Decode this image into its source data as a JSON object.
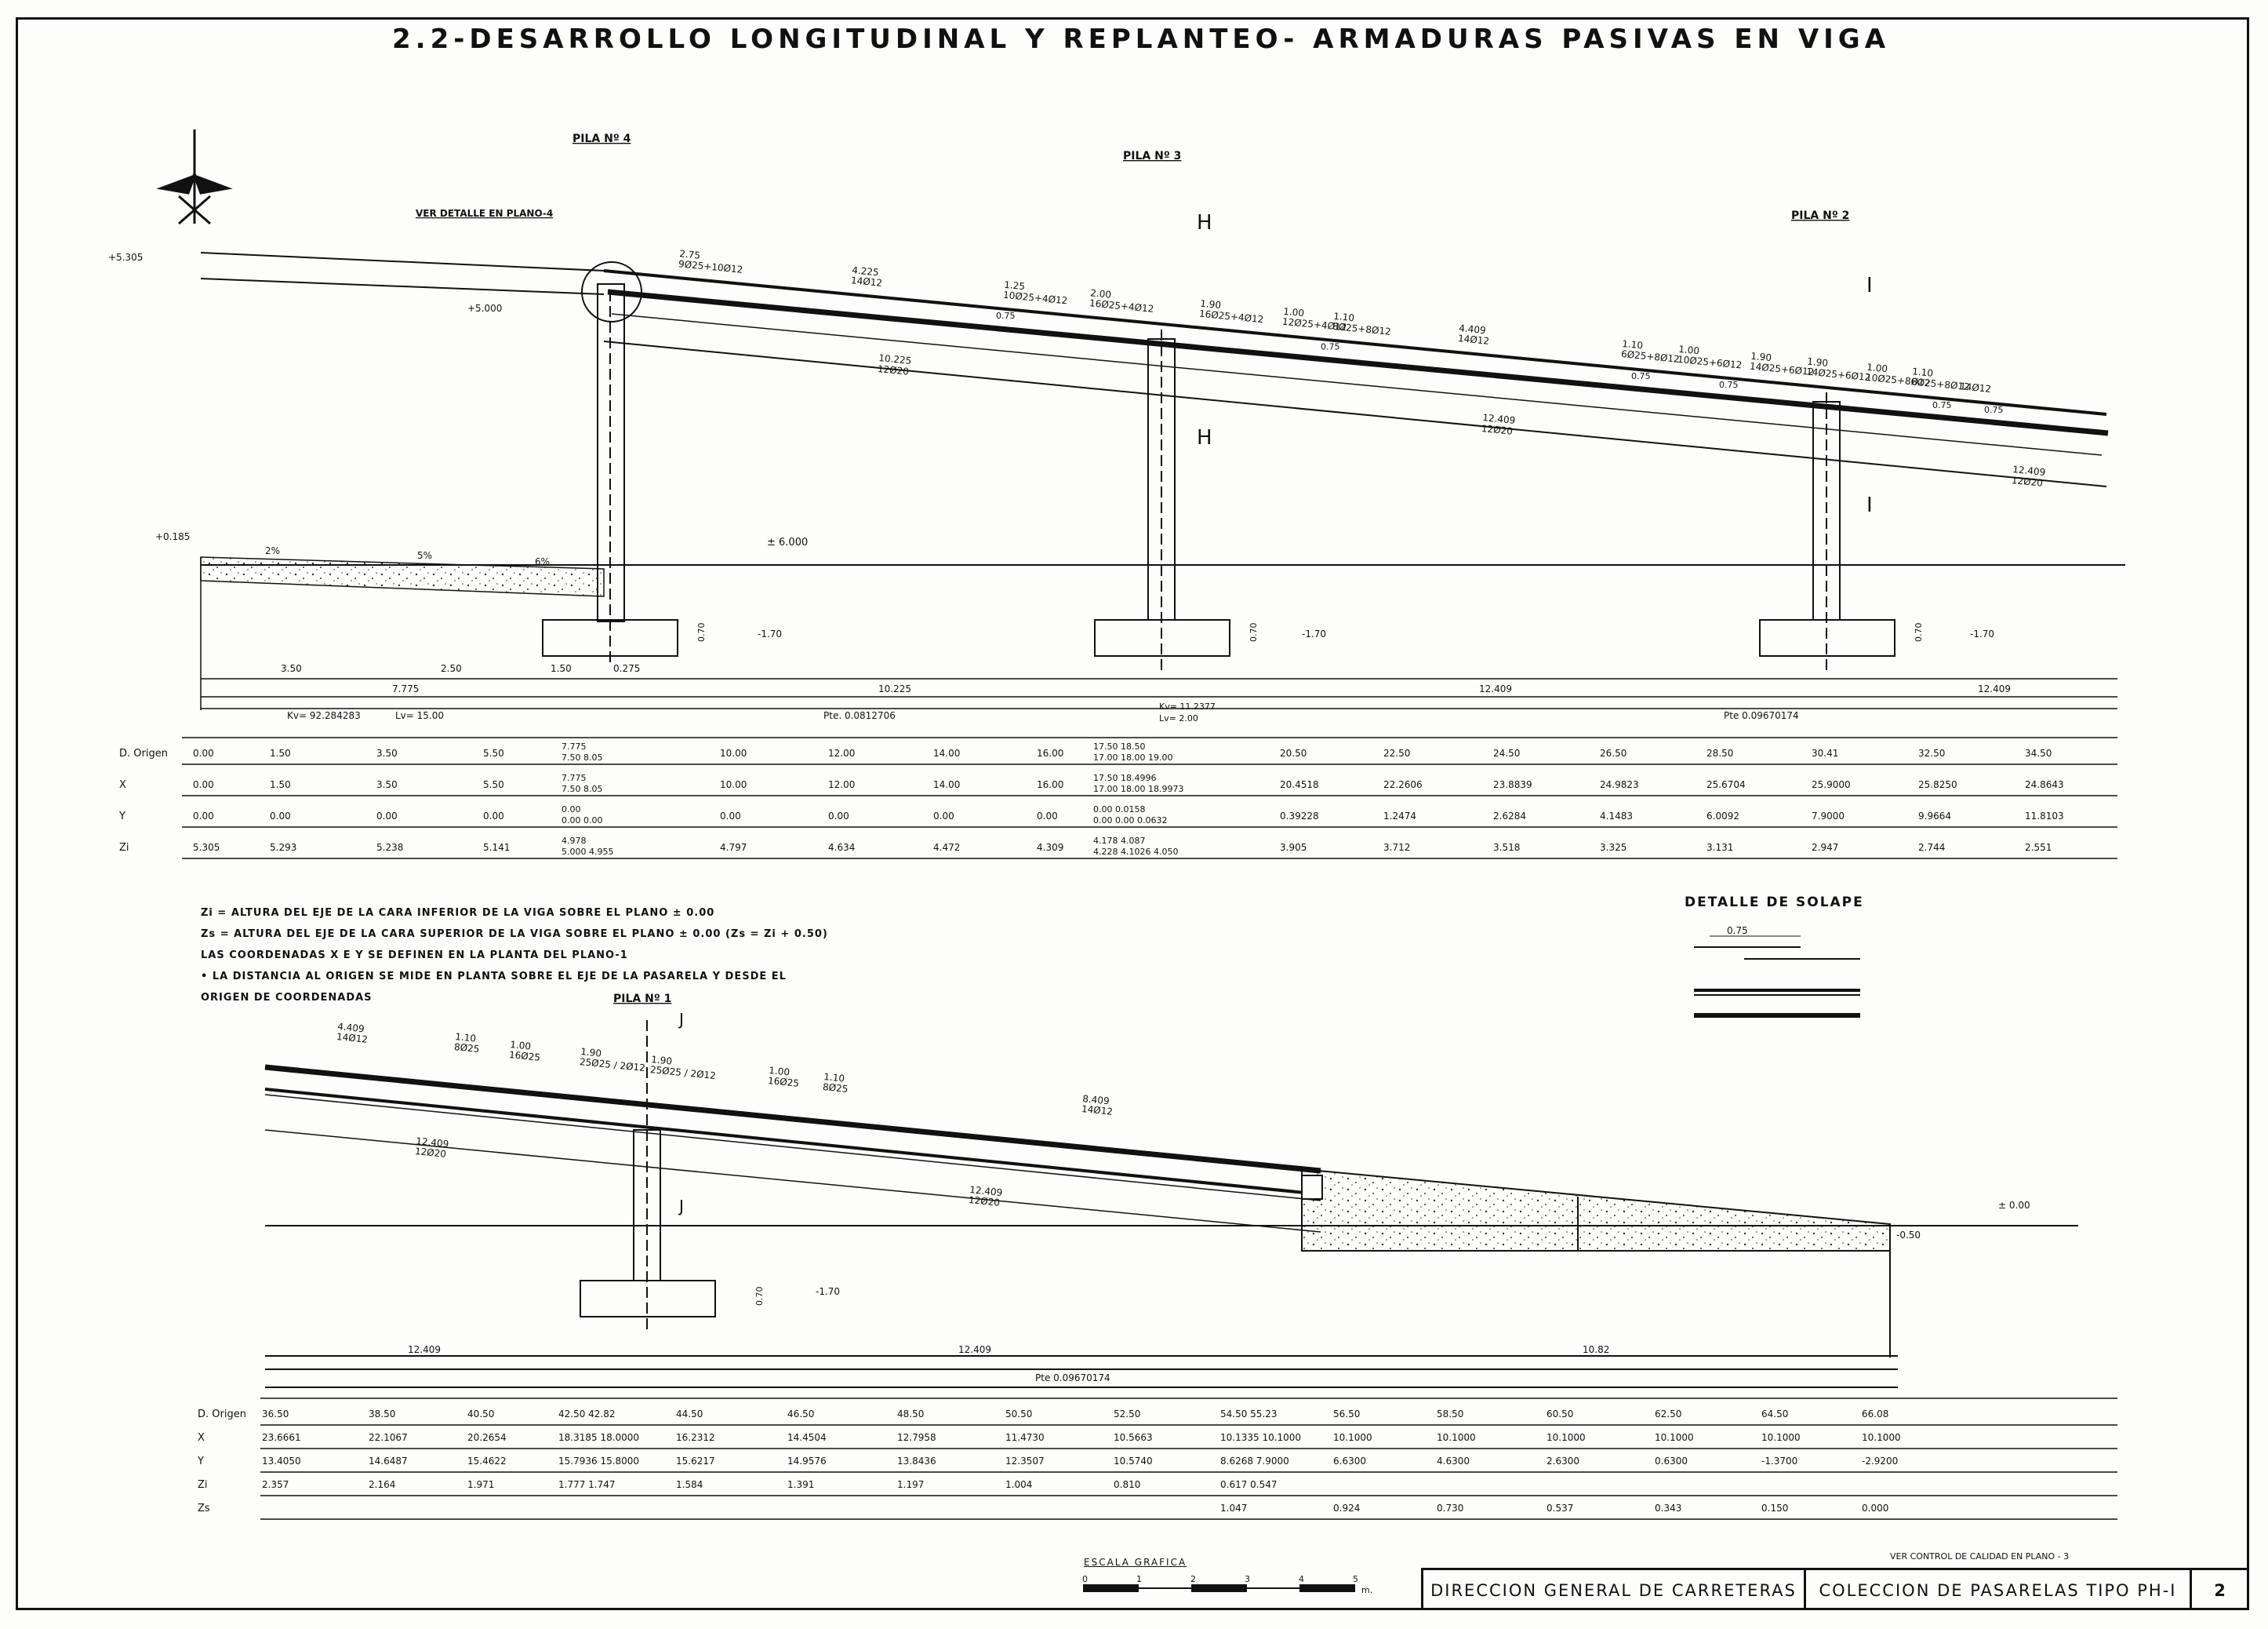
{
  "title": "2.2-DESARROLLO LONGITUDINAL Y REPLANTEO- ARMADURAS PASIVAS EN VIGA",
  "piers": {
    "p4": "PILA Nº 4",
    "p3": "PILA Nº 3",
    "p2": "PILA Nº 2",
    "p1": "PILA Nº 1"
  },
  "top_labels": {
    "detail_ref": "VER DETALLE EN PLANO-4",
    "lvl_5305": "+5.305",
    "lvl_5000": "+5.000",
    "lvl_0185": "+0.185",
    "lvl_6000": "± 6.000",
    "slope_2": "2%",
    "slope_5": "5%",
    "slope_6": "6%",
    "sec_H": "H",
    "sec_I": "I",
    "dim_070": "0.70",
    "lvl_170": "-1.70",
    "kv": "Kv= 92.284283",
    "lv": "Lv= 15.00",
    "pte1": "Pte. 0.0812706",
    "kv2": "Kv= 11.2377",
    "lv2": "Lv= 2.00",
    "pte2": "Pte 0.09670174"
  },
  "rebar_top": [
    {
      "len": "2.75",
      "spec": "9Ø25+10Ø12"
    },
    {
      "len": "4.225",
      "spec": "14Ø12"
    },
    {
      "len": "1.25",
      "spec": "10Ø25+4Ø12"
    },
    {
      "len": "2.00",
      "spec": "16Ø25+4Ø12"
    },
    {
      "len": "1.90",
      "spec": "16Ø25+4Ø12"
    },
    {
      "len": "1.00",
      "spec": "12Ø25+4Ø12"
    },
    {
      "len": "1.10",
      "spec": "8Ø25+8Ø12"
    },
    {
      "len": "4.409",
      "spec": "14Ø12"
    },
    {
      "len": "1.10",
      "spec": "6Ø25+8Ø12"
    },
    {
      "len": "1.00",
      "spec": "10Ø25+6Ø12"
    },
    {
      "len": "1.90",
      "spec": "14Ø25+6Ø12"
    },
    {
      "len": "1.90",
      "spec": "14Ø25+6Ø12"
    },
    {
      "len": "1.00",
      "spec": "10Ø25+8Ø12"
    },
    {
      "len": "1.10",
      "spec": "6Ø25+8Ø12"
    },
    {
      "len": "",
      "spec": "14Ø12"
    }
  ],
  "laps": {
    "l075": "0.75"
  },
  "rebar_bottom_top": [
    {
      "len": "10.225",
      "spec": "12Ø20"
    },
    {
      "len": "12.409",
      "spec": "12Ø20"
    },
    {
      "len": "12.409",
      "spec": "12Ø20"
    }
  ],
  "dims_top": {
    "d350": "3.50",
    "d250": "2.50",
    "d150": "1.50",
    "d0275": "0.275",
    "d7775": "7.775",
    "d10225": "10.225",
    "d12409a": "12.409",
    "d12409b": "12.409"
  },
  "table_top": {
    "labels": [
      "D. Origen",
      "X",
      "Y",
      "Zi"
    ],
    "rows": [
      [
        "0.00",
        "1.50",
        "3.50",
        "5.50",
        "7.775 / 7.50  8.05",
        "10.00",
        "12.00",
        "14.00",
        "16.00",
        "17.50  18.50 / 17.00  18.00  19.00",
        "20.50",
        "22.50",
        "24.50",
        "26.50",
        "28.50",
        "30.41",
        "32.50",
        "34.50"
      ],
      [
        "0.00",
        "1.50",
        "3.50",
        "5.50",
        "7.775 / 7.50  8.05",
        "10.00",
        "12.00",
        "14.00",
        "16.00",
        "17.50  18.4996 / 17.00  18.00  18.9973",
        "20.4518",
        "22.2606",
        "23.8839",
        "24.9823",
        "25.6704",
        "25.9000",
        "25.8250",
        "24.8643"
      ],
      [
        "0.00",
        "0.00",
        "0.00",
        "0.00",
        "0.00 / 0.00  0.00",
        "0.00",
        "0.00",
        "0.00",
        "0.00",
        "0.00  0.0158 / 0.00  0.00  0.0632",
        "0.39228",
        "1.2474",
        "2.6284",
        "4.1483",
        "6.0092",
        "7.9000",
        "9.9664",
        "11.8103"
      ],
      [
        "5.305",
        "5.293",
        "5.238",
        "5.141",
        "4.978 / 5.000  4.955",
        "4.797",
        "4.634",
        "4.472",
        "4.309",
        "4.178  4.087 / 4.228  4.1026  4.050",
        "3.905",
        "3.712",
        "3.518",
        "3.325",
        "3.131",
        "2.947",
        "2.744",
        "2.551"
      ]
    ]
  },
  "notes": [
    "Zi = ALTURA DEL EJE DE LA CARA INFERIOR DE LA VIGA SOBRE EL PLANO ± 0.00",
    "Zs = ALTURA DEL EJE DE LA CARA SUPERIOR DE LA VIGA SOBRE EL PLANO ± 0.00 (Zs = Zi + 0.50)",
    "LAS COORDENADAS X E Y SE DEFINEN EN LA PLANTA DEL PLANO-1",
    "• LA DISTANCIA AL ORIGEN SE MIDE EN PLANTA SOBRE EL EJE DE LA PASARELA Y DESDE EL",
    "ORIGEN DE COORDENADAS"
  ],
  "detail": {
    "title": "DETALLE DE SOLAPE",
    "lap": "0.75"
  },
  "bottom_labels": {
    "sec_J": "J",
    "lvl_000": "± 0.00",
    "lvl_050": "-0.50",
    "dim_070": "0.70",
    "lvl_170": "-1.70",
    "pte": "Pte 0.09670174",
    "d12409a": "12.409",
    "d12409b": "12.409",
    "d1082": "10.82"
  },
  "rebar_bottom_view": [
    {
      "len": "4.409",
      "spec": "14Ø12"
    },
    {
      "len": "1.10",
      "spec": "8Ø25"
    },
    {
      "len": "1.00",
      "spec": "16Ø25"
    },
    {
      "len": "1.90",
      "spec": "25Ø25 / 2Ø12"
    },
    {
      "len": "1.90",
      "spec": "25Ø25 / 2Ø12"
    },
    {
      "len": "1.00",
      "spec": "16Ø25"
    },
    {
      "len": "1.10",
      "spec": "8Ø25"
    },
    {
      "len": "8.409",
      "spec": "14Ø12"
    },
    {
      "len": "12.409",
      "spec": "12Ø20"
    },
    {
      "len": "12.409",
      "spec": "12Ø20"
    }
  ],
  "table_bottom": {
    "labels": [
      "D. Origen",
      "X",
      "Y",
      "Zi",
      "Zs"
    ],
    "rows": [
      [
        "36.50",
        "38.50",
        "40.50",
        "42.50  42.82",
        "44.50",
        "46.50",
        "48.50",
        "50.50",
        "52.50",
        "54.50  55.23",
        "56.50",
        "58.50",
        "60.50",
        "62.50",
        "64.50",
        "66.08"
      ],
      [
        "23.6661",
        "22.1067",
        "20.2654",
        "18.3185  18.0000",
        "16.2312",
        "14.4504",
        "12.7958",
        "11.4730",
        "10.5663",
        "10.1335  10.1000",
        "10.1000",
        "10.1000",
        "10.1000",
        "10.1000",
        "10.1000",
        "10.1000"
      ],
      [
        "13.4050",
        "14.6487",
        "15.4622",
        "15.7936  15.8000",
        "15.6217",
        "14.9576",
        "13.8436",
        "12.3507",
        "10.5740",
        "8.6268  7.9000",
        "6.6300",
        "4.6300",
        "2.6300",
        "0.6300",
        "-1.3700",
        "-2.9200"
      ],
      [
        "2.357",
        "2.164",
        "1.971",
        "1.777  1.747",
        "1.584",
        "1.391",
        "1.197",
        "1.004",
        "0.810",
        "0.617  0.547",
        "",
        "",
        "",
        "",
        "",
        ""
      ],
      [
        "",
        "",
        "",
        "",
        "",
        "",
        "",
        "",
        "",
        "1.047",
        "0.924",
        "0.730",
        "0.537",
        "0.343",
        "0.150",
        "0.000"
      ]
    ]
  },
  "scale": {
    "label": "ESCALA GRAFICA",
    "ticks": [
      "0",
      "1",
      "2",
      "3",
      "4",
      "5"
    ],
    "unit": "m."
  },
  "ref_note": "VER CONTROL DE CALIDAD EN PLANO - 3",
  "title_block": {
    "org": "DIRECCION GENERAL DE CARRETERAS",
    "collection": "COLECCION DE PASARELAS TIPO PH-I",
    "sheet": "2"
  }
}
